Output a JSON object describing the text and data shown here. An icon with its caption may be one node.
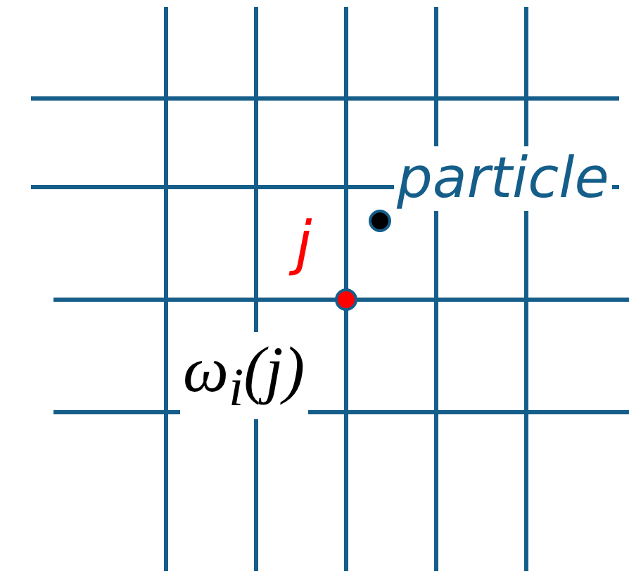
{
  "diagram": {
    "nodes": [
      {
        "text": [],
        "shape": "circle",
        "beside": [
          "particle"
        ]
      },
      {
        "text": [],
        "shape": "circle",
        "beside": [
          "j"
        ]
      }
    ],
    "labels": [
      "ω$_{i}$(j)"
    ]
  }
}
